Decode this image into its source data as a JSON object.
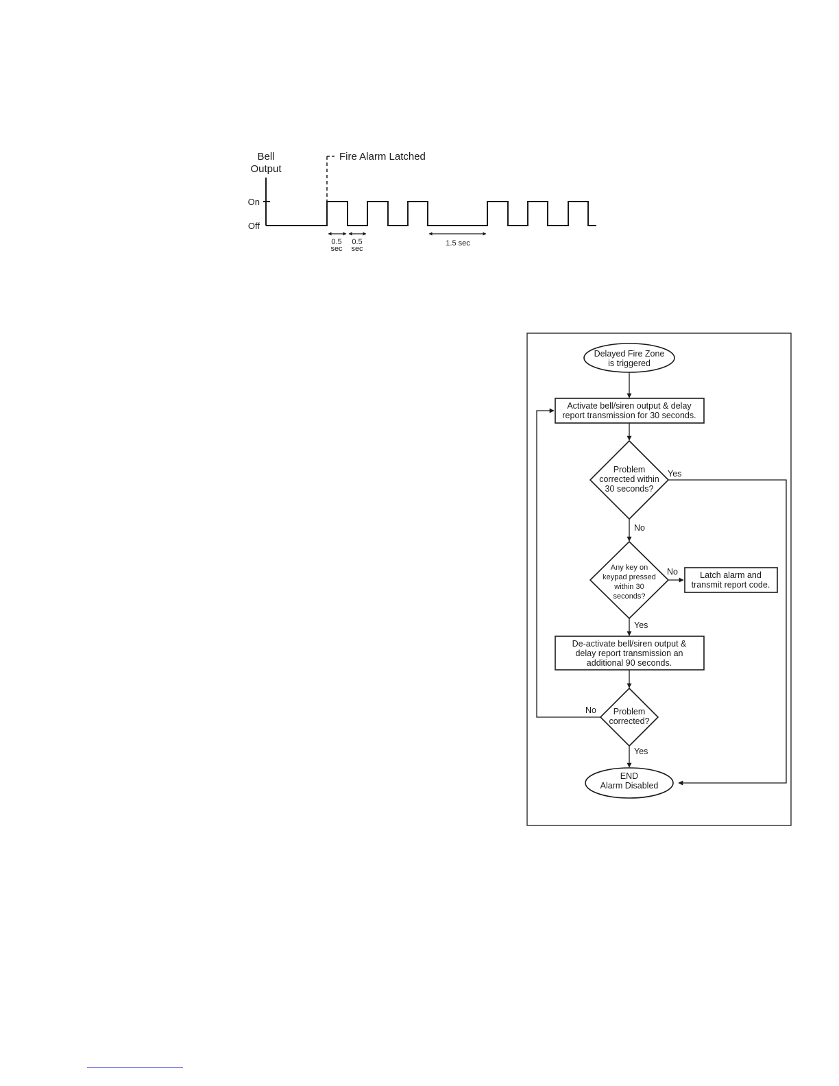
{
  "timing": {
    "y_label_1": "Bell",
    "y_label_2": "Output",
    "on_label": "On",
    "off_label": "Off",
    "latch_label": "Fire Alarm Latched",
    "dim1_value": "0.5",
    "dim1_unit": "sec",
    "dim2_value": "0.5",
    "dim2_unit": "sec",
    "dim3": "1.5 sec"
  },
  "flowchart": {
    "start_line1": "Delayed Fire Zone",
    "start_line2": "is triggered",
    "activate_line1": "Activate bell/siren output & delay",
    "activate_line2": "report transmission for 30 seconds.",
    "d1_line1": "Problem",
    "d1_line2": "corrected within",
    "d1_line3": "30 seconds?",
    "d1_yes": "Yes",
    "d1_no": "No",
    "d2_line1": "Any key on",
    "d2_line2": "keypad pressed",
    "d2_line3": "within 30",
    "d2_line4": "seconds?",
    "d2_no": "No",
    "d2_yes": "Yes",
    "latch_line1": "Latch alarm and",
    "latch_line2": "transmit report code.",
    "deact_line1": "De-activate bell/siren output &",
    "deact_line2": "delay report transmission an",
    "deact_line3": "additional 90 seconds.",
    "d3_line1": "Problem",
    "d3_line2": "corrected?",
    "d3_no": "No",
    "d3_yes": "Yes",
    "end_line1": "END",
    "end_line2": "Alarm Disabled"
  }
}
